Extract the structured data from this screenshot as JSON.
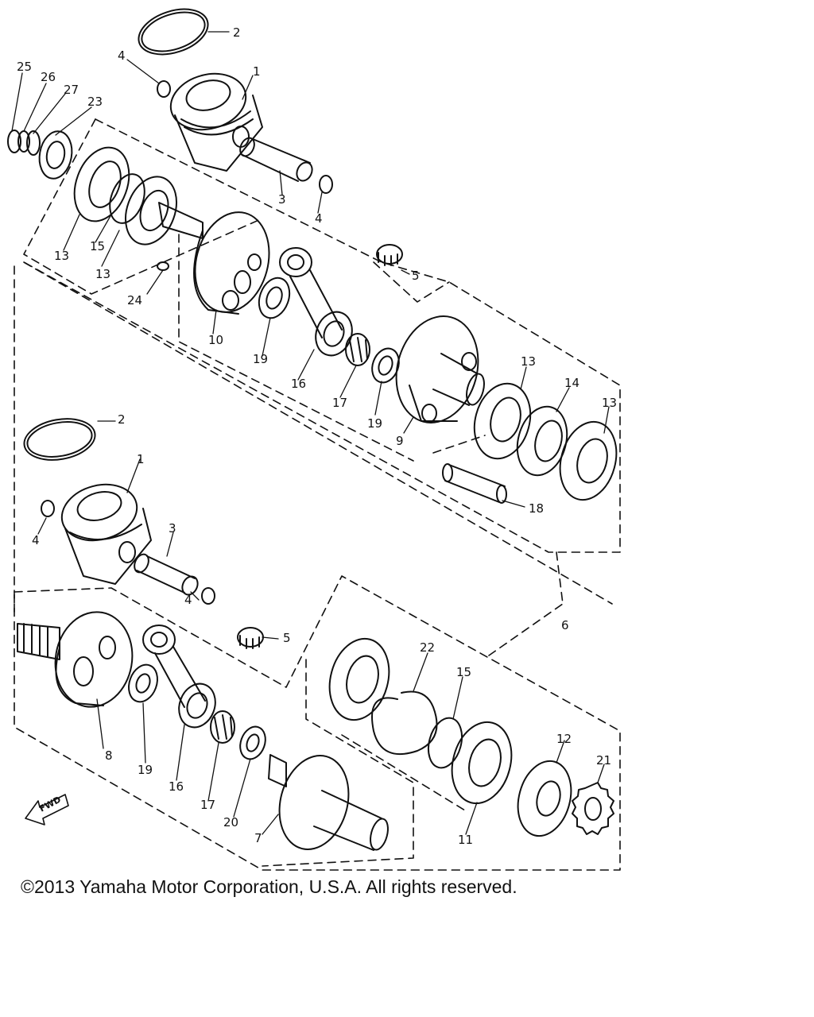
{
  "diagram": {
    "fwd_label": "FWD",
    "callouts": [
      {
        "id": "c-2a",
        "text": "2"
      },
      {
        "id": "c-4a",
        "text": "4"
      },
      {
        "id": "c-1a",
        "text": "1"
      },
      {
        "id": "c-25",
        "text": "25"
      },
      {
        "id": "c-26",
        "text": "26"
      },
      {
        "id": "c-27",
        "text": "27"
      },
      {
        "id": "c-23",
        "text": "23"
      },
      {
        "id": "c-3a",
        "text": "3"
      },
      {
        "id": "c-4b",
        "text": "4"
      },
      {
        "id": "c-13a",
        "text": "13"
      },
      {
        "id": "c-15a",
        "text": "15"
      },
      {
        "id": "c-13b",
        "text": "13"
      },
      {
        "id": "c-24",
        "text": "24"
      },
      {
        "id": "c-5a",
        "text": "5"
      },
      {
        "id": "c-10",
        "text": "10"
      },
      {
        "id": "c-19a",
        "text": "19"
      },
      {
        "id": "c-16a",
        "text": "16"
      },
      {
        "id": "c-17a",
        "text": "17"
      },
      {
        "id": "c-19b",
        "text": "19"
      },
      {
        "id": "c-9",
        "text": "9"
      },
      {
        "id": "c-13c",
        "text": "13"
      },
      {
        "id": "c-14",
        "text": "14"
      },
      {
        "id": "c-13d",
        "text": "13"
      },
      {
        "id": "c-18",
        "text": "18"
      },
      {
        "id": "c-2b",
        "text": "2"
      },
      {
        "id": "c-1b",
        "text": "1"
      },
      {
        "id": "c-4c",
        "text": "4"
      },
      {
        "id": "c-3b",
        "text": "3"
      },
      {
        "id": "c-4d",
        "text": "4"
      },
      {
        "id": "c-5b",
        "text": "5"
      },
      {
        "id": "c-6",
        "text": "6"
      },
      {
        "id": "c-22",
        "text": "22"
      },
      {
        "id": "c-15b",
        "text": "15"
      },
      {
        "id": "c-8",
        "text": "8"
      },
      {
        "id": "c-19c",
        "text": "19"
      },
      {
        "id": "c-16b",
        "text": "16"
      },
      {
        "id": "c-17b",
        "text": "17"
      },
      {
        "id": "c-20",
        "text": "20"
      },
      {
        "id": "c-7",
        "text": "7"
      },
      {
        "id": "c-11",
        "text": "11"
      },
      {
        "id": "c-12",
        "text": "12"
      },
      {
        "id": "c-21",
        "text": "21"
      }
    ]
  },
  "footer": {
    "copyright": "©2013 Yamaha Motor Corporation, U.S.A. All rights reserved."
  }
}
